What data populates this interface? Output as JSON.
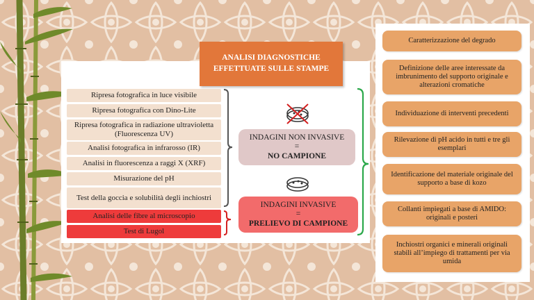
{
  "title": {
    "line1": "ANALISI DIAGNOSTICHE",
    "line2": "EFFETTUATE SULLE STAMPE"
  },
  "techniques": [
    {
      "label": "Ripresa fotografica in luce visibile",
      "invasive": false
    },
    {
      "label": "Ripresa fotografica con Dino-Lite",
      "invasive": false
    },
    {
      "label": "Ripresa fotografica in radiazione ultravioletta (Fluorescenza UV)",
      "invasive": false
    },
    {
      "label": "Analisi fotografica in infrarosso (IR)",
      "invasive": false
    },
    {
      "label": "Analisi in fluorescenza a raggi X (XRF)",
      "invasive": false
    },
    {
      "label": "Misurazione del pH",
      "invasive": false
    },
    {
      "label": "Test della goccia e solubilità degli inchiostri",
      "invasive": false
    },
    {
      "label": "Analisi delle fibre al microscopio",
      "invasive": true
    },
    {
      "label": "Test di Lugol",
      "invasive": true
    }
  ],
  "categories": {
    "non_invasive": {
      "line1": "INDAGINI NON INVASIVE",
      "line2": "=",
      "line3": "NO CAMPIONE",
      "icon": "crossed-petri-dish-icon",
      "color": "#e0c8c8"
    },
    "invasive": {
      "line1": "INDAGINI INVASIVE",
      "line2": "=",
      "line3": "PRELIEVO DI CAMPIONE",
      "icon": "petri-dish-icon",
      "color": "#f26b6b"
    }
  },
  "results": [
    "Caratterizzazione  del degrado",
    "Definizione delle aree interessate da imbrunimento del supporto originale e alterazioni cromatiche",
    "Individuazione di interventi precedenti",
    "Rilevazione di pH acido in tutti e tre gli esemplari",
    "Identificazione del materiale originale del supporto a base di kozo",
    "Collanti impiegati a base di AMIDO: originali e posteri",
    "Inchiostri organici e minerali originali stabili all’impiego di trattamenti per via umida"
  ],
  "colors": {
    "accent": "#e2773a",
    "result": "#e8a468",
    "technique": "#f3e0cf",
    "invasive": "#ee3b3b",
    "bracket_green": "#2ba84a",
    "bracket_red": "#d42020",
    "bracket_gray": "#555555",
    "background": "#e2bfa3"
  }
}
